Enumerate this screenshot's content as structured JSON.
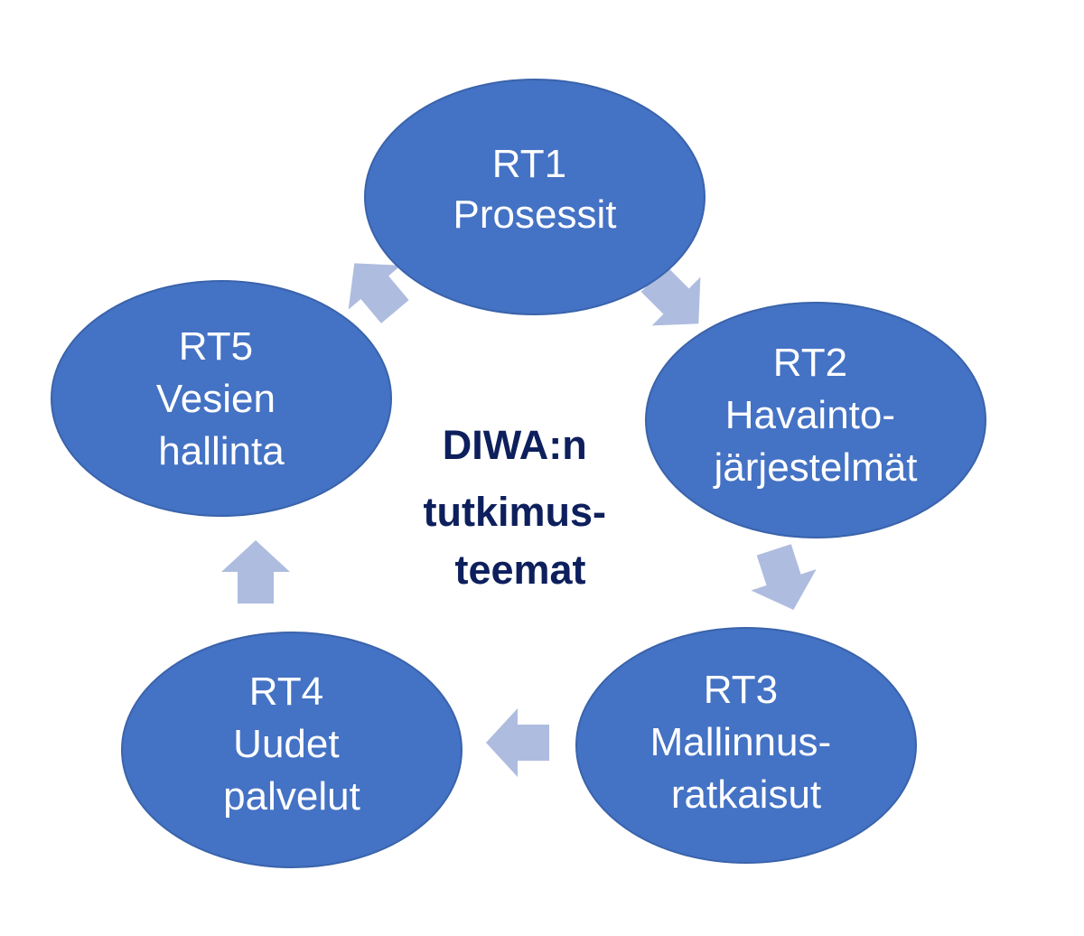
{
  "center": {
    "lines": [
      "DIWA:n",
      "tutkimus-",
      "teemat"
    ]
  },
  "nodes": [
    {
      "id": "rt1",
      "lines": [
        "RT1",
        "Prosessit"
      ]
    },
    {
      "id": "rt2",
      "lines": [
        "RT2",
        "Havainto-",
        "järjestelmät"
      ]
    },
    {
      "id": "rt3",
      "lines": [
        "RT3",
        "Mallinnus-",
        "ratkaisut"
      ]
    },
    {
      "id": "rt4",
      "lines": [
        "RT4",
        "Uudet",
        "palvelut"
      ]
    },
    {
      "id": "rt5",
      "lines": [
        "RT5",
        "Vesien",
        "hallinta"
      ]
    }
  ],
  "colors": {
    "node_fill": "#4472c4",
    "arrow_fill": "#aebcdf",
    "center_text": "#0d1f5c",
    "node_text": "#ffffff"
  },
  "flow": [
    "rt1 → rt2",
    "rt2 → rt3",
    "rt3 → rt4",
    "rt4 → rt5",
    "rt5 → rt1"
  ]
}
